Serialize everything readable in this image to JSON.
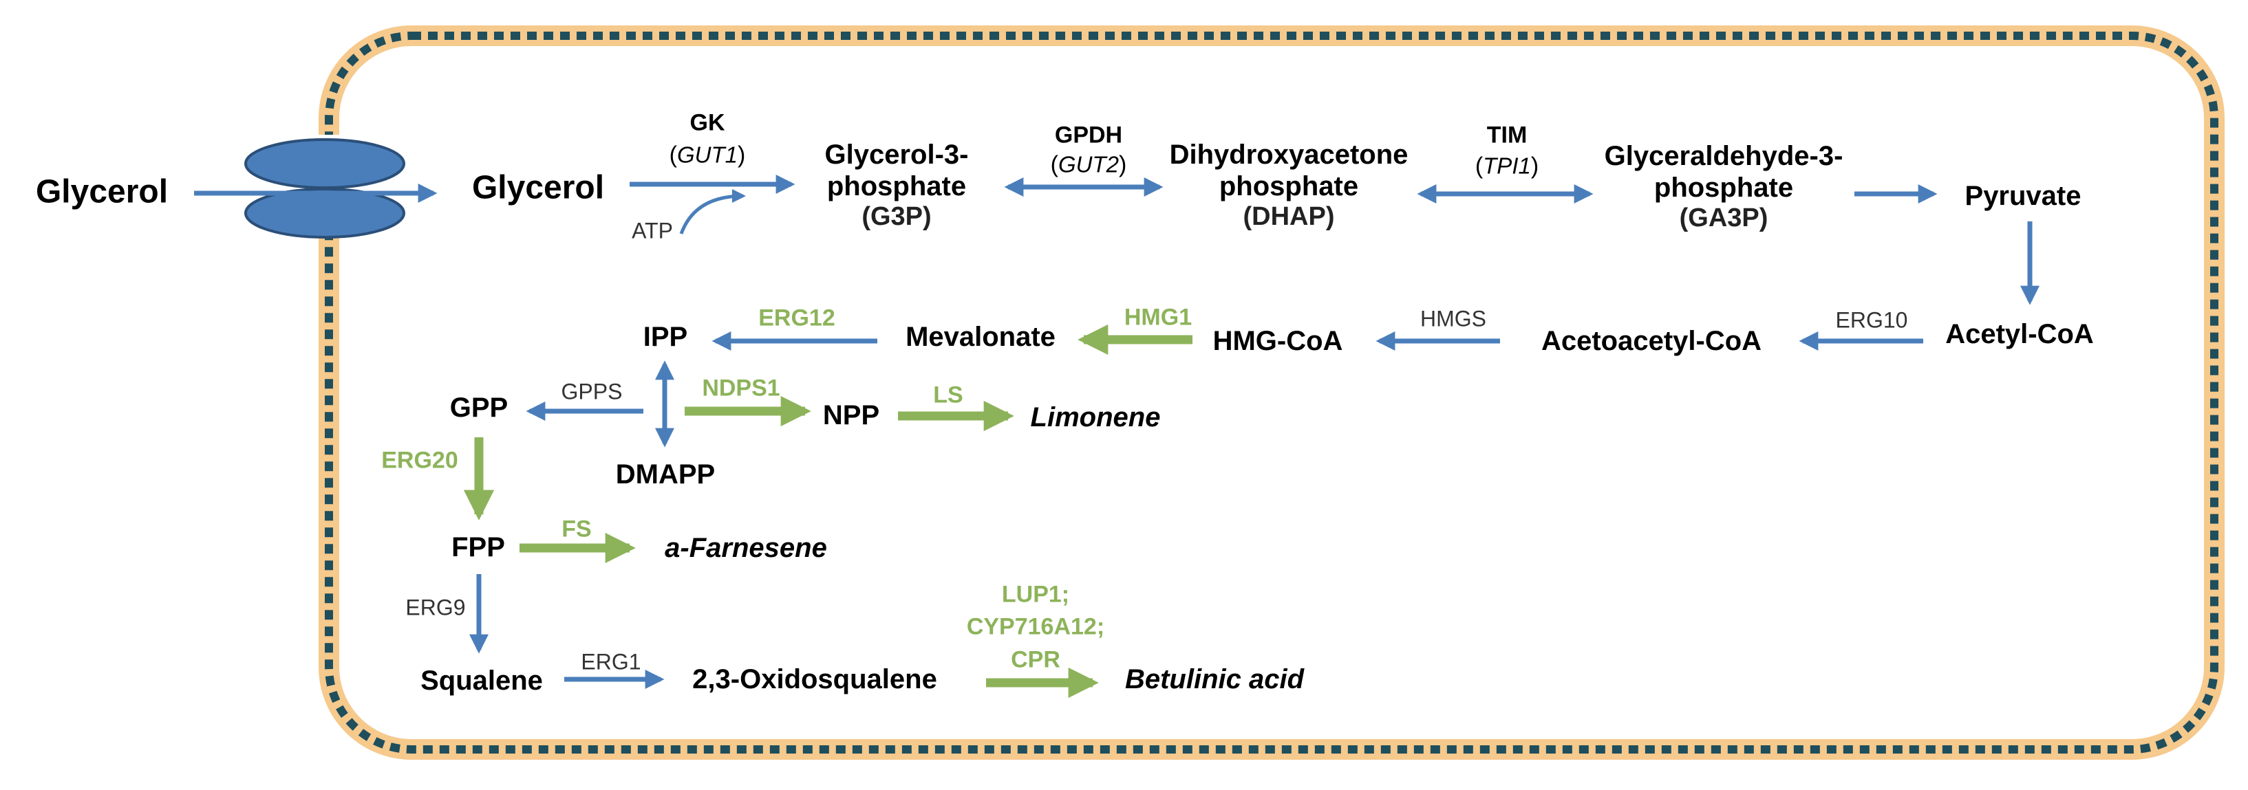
{
  "colors": {
    "pathway_arrow": "#4a7ebb",
    "engineered_arrow": "#8db35a",
    "membrane_dash": "#1f4e5c",
    "membrane_halo": "#f6c98c",
    "transporter": "#4a7ebb"
  },
  "outside": {
    "glycerol": "Glycerol"
  },
  "compounds": {
    "glycerol": "Glycerol",
    "g3p": {
      "line1": "Glycerol-3-",
      "line2": "phosphate",
      "abbr": "(G3P)"
    },
    "dhap": {
      "line1": "Dihydroxyacetone",
      "line2": "phosphate",
      "abbr": "(DHAP)"
    },
    "ga3p": {
      "line1": "Glyceraldehyde-3-",
      "line2": "phosphate",
      "abbr": "(GA3P)"
    },
    "pyruvate": "Pyruvate",
    "acetyl_coa": "Acetyl-CoA",
    "acetoacetyl_coa": "Acetoacetyl-CoA",
    "hmg_coa": "HMG-CoA",
    "mevalonate": "Mevalonate",
    "ipp": "IPP",
    "gpp": "GPP",
    "dmapp": "DMAPP",
    "npp": "NPP",
    "fpp": "FPP",
    "squalene": "Squalene",
    "oxidosqualene": "2,3-Oxidosqualene"
  },
  "products": {
    "limonene": "Limonene",
    "farnesene": "a-Farnesene",
    "betulinic": "Betulinic acid"
  },
  "enzymes": {
    "gk": {
      "name": "GK",
      "open": "(",
      "gene": "GUT1",
      "close": ")"
    },
    "gpdh": {
      "name": "GPDH",
      "open": "(",
      "gene": "GUT2",
      "close": ")"
    },
    "tim": {
      "name": "TIM",
      "open": "(",
      "gene": "TPI1",
      "close": ")"
    },
    "atp": "ATP",
    "erg10": "ERG10",
    "hmgs": "HMGS",
    "hmg1": "HMG1",
    "erg12": "ERG12",
    "gpps": "GPPS",
    "ndps1": "NDPS1",
    "ls": "LS",
    "erg20": "ERG20",
    "fs": "FS",
    "erg9": "ERG9",
    "erg1": "ERG1",
    "lup1": "LUP1;",
    "cyp": "CYP716A12;",
    "cpr": "CPR"
  }
}
